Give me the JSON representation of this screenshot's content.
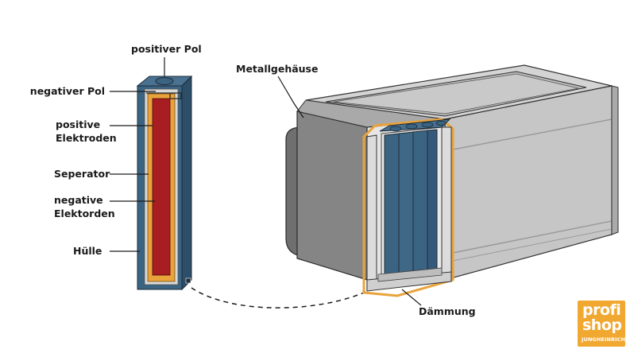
{
  "labels": {
    "positiver_pol": "positiver Pol",
    "negativer_pol": "negativer Pol",
    "positive_elektroden": "positive\nElektroden",
    "seperator": "Seperator",
    "negative_elektorden": "negative\nElektorden",
    "huelle": "Hülle",
    "metallgehaeuse": "Metallgehäuse",
    "daemmung": "Dämmung"
  },
  "logo": {
    "line1": "profi",
    "line2": "shop",
    "brand": "JUNGHEINRICH"
  },
  "colors": {
    "cell_blue": "#3b6382",
    "electrode_red": "#a81d22",
    "separator_orange": "#e9a33a",
    "housing_grey": "#c6c6c6",
    "logo_orange": "#f0a830"
  }
}
